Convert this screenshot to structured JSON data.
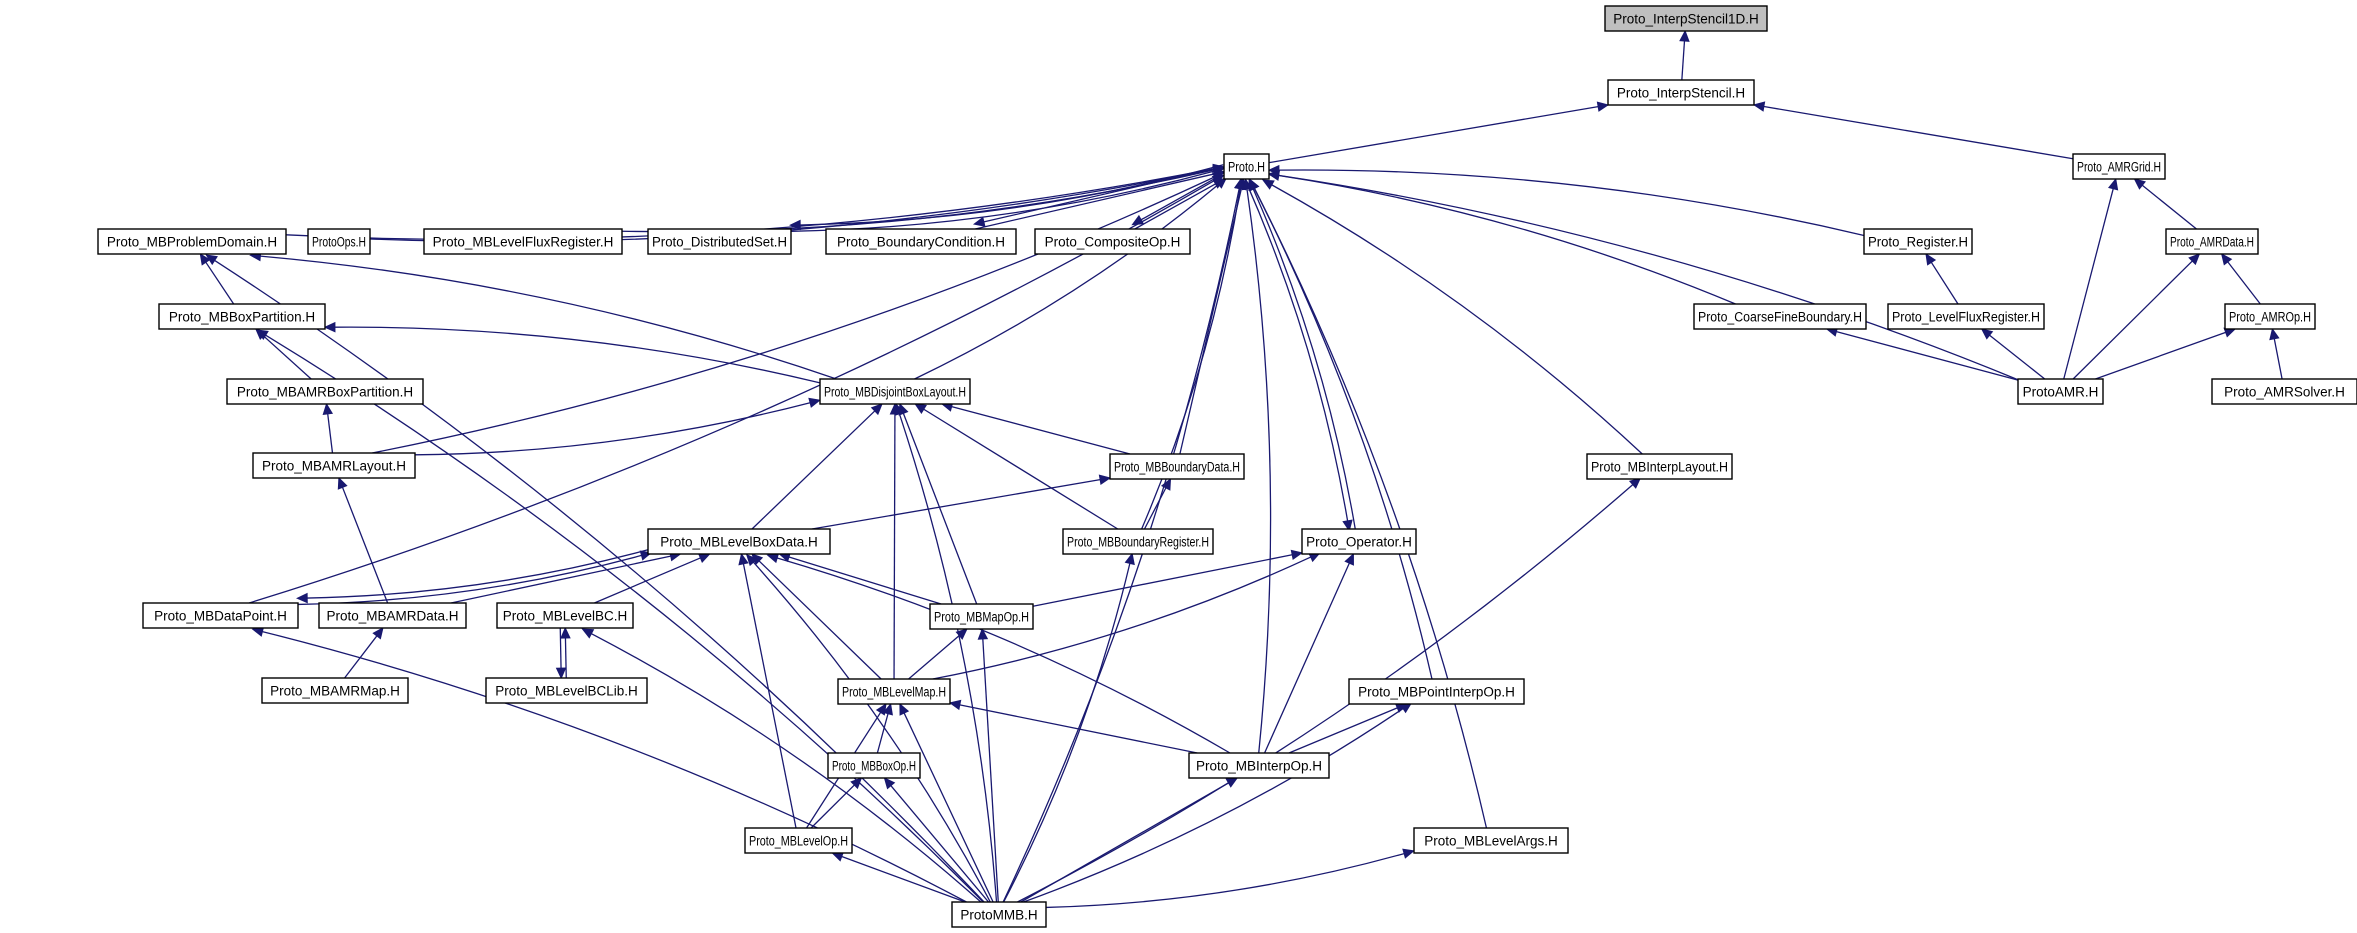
{
  "title": "Proto_InterpStencil1D.H include dependency graph (included-by)",
  "colors": {
    "edge": "#191970",
    "root_fill": "#bfbfbf",
    "node_fill": "#ffffff",
    "node_border": "#000000"
  },
  "root": "Proto_InterpStencil1D.H",
  "nodes": [
    {
      "id": "interpstencil1d",
      "label": "Proto_InterpStencil1D.H",
      "root": true
    },
    {
      "id": "interpstencil",
      "label": "Proto_InterpStencil.H"
    },
    {
      "id": "proto",
      "label": "Proto.H"
    },
    {
      "id": "amrgrid",
      "label": "Proto_AMRGrid.H"
    },
    {
      "id": "mbproblemdomain",
      "label": "Proto_MBProblemDomain.H"
    },
    {
      "id": "protoops",
      "label": "ProtoOps.H"
    },
    {
      "id": "mblevelfluxregister",
      "label": "Proto_MBLevelFluxRegister.H"
    },
    {
      "id": "distributedset",
      "label": "Proto_DistributedSet.H"
    },
    {
      "id": "boundarycondition",
      "label": "Proto_BoundaryCondition.H"
    },
    {
      "id": "compositeop",
      "label": "Proto_CompositeOp.H"
    },
    {
      "id": "register",
      "label": "Proto_Register.H"
    },
    {
      "id": "amrdata",
      "label": "Proto_AMRData.H"
    },
    {
      "id": "mbboxpartition",
      "label": "Proto_MBBoxPartition.H"
    },
    {
      "id": "coarsefineboundary",
      "label": "Proto_CoarseFineBoundary.H"
    },
    {
      "id": "levelfluxregister",
      "label": "Proto_LevelFluxRegister.H"
    },
    {
      "id": "amrop",
      "label": "Proto_AMROp.H"
    },
    {
      "id": "mbamrboxpartition",
      "label": "Proto_MBAMRBoxPartition.H"
    },
    {
      "id": "mbdisjointboxlayout",
      "label": "Proto_MBDisjointBoxLayout.H"
    },
    {
      "id": "protoamr",
      "label": "ProtoAMR.H"
    },
    {
      "id": "amrsolver",
      "label": "Proto_AMRSolver.H"
    },
    {
      "id": "mbamrlayout",
      "label": "Proto_MBAMRLayout.H"
    },
    {
      "id": "mbboundarydata",
      "label": "Proto_MBBoundaryData.H"
    },
    {
      "id": "mbinterplayout",
      "label": "Proto_MBInterpLayout.H"
    },
    {
      "id": "mblevelboxdata",
      "label": "Proto_MBLevelBoxData.H"
    },
    {
      "id": "mbboundaryregister",
      "label": "Proto_MBBoundaryRegister.H"
    },
    {
      "id": "operator",
      "label": "Proto_Operator.H"
    },
    {
      "id": "mbdatapoint",
      "label": "Proto_MBDataPoint.H"
    },
    {
      "id": "mbamrdata",
      "label": "Proto_MBAMRData.H"
    },
    {
      "id": "mblevelbc",
      "label": "Proto_MBLevelBC.H"
    },
    {
      "id": "mbmapop",
      "label": "Proto_MBMapOp.H"
    },
    {
      "id": "mbamrmap",
      "label": "Proto_MBAMRMap.H"
    },
    {
      "id": "mblevelbclib",
      "label": "Proto_MBLevelBCLib.H"
    },
    {
      "id": "mblevelmap",
      "label": "Proto_MBLevelMap.H"
    },
    {
      "id": "mbpointinterpop",
      "label": "Proto_MBPointInterpOp.H"
    },
    {
      "id": "mbboxop",
      "label": "Proto_MBBoxOp.H"
    },
    {
      "id": "mbinterpop",
      "label": "Proto_MBInterpOp.H"
    },
    {
      "id": "mblevelop",
      "label": "Proto_MBLevelOp.H"
    },
    {
      "id": "mblevelargs",
      "label": "Proto_MBLevelArgs.H"
    },
    {
      "id": "protommb",
      "label": "ProtoMMB.H"
    }
  ],
  "edges": [
    {
      "from": "interpstencil",
      "to": "interpstencil1d"
    },
    {
      "from": "proto",
      "to": "interpstencil"
    },
    {
      "from": "amrgrid",
      "to": "interpstencil"
    },
    {
      "from": "mbproblemdomain",
      "to": "proto"
    },
    {
      "from": "protoops",
      "to": "proto"
    },
    {
      "from": "mblevelfluxregister",
      "to": "proto"
    },
    {
      "from": "distributedset",
      "to": "proto"
    },
    {
      "from": "proto",
      "to": "distributedset"
    },
    {
      "from": "boundarycondition",
      "to": "proto"
    },
    {
      "from": "proto",
      "to": "boundarycondition"
    },
    {
      "from": "compositeop",
      "to": "proto"
    },
    {
      "from": "proto",
      "to": "compositeop"
    },
    {
      "from": "register",
      "to": "proto"
    },
    {
      "from": "coarsefineboundary",
      "to": "proto"
    },
    {
      "from": "protoamr",
      "to": "proto"
    },
    {
      "from": "mbdisjointboxlayout",
      "to": "proto"
    },
    {
      "from": "mbboundarydata",
      "to": "proto"
    },
    {
      "from": "mbboundaryregister",
      "to": "proto"
    },
    {
      "from": "operator",
      "to": "proto"
    },
    {
      "from": "proto",
      "to": "operator"
    },
    {
      "from": "mbinterpop",
      "to": "proto"
    },
    {
      "from": "mbpointinterpop",
      "to": "proto"
    },
    {
      "from": "mbinterplayout",
      "to": "proto"
    },
    {
      "from": "mblevelargs",
      "to": "proto"
    },
    {
      "from": "mbamrlayout",
      "to": "proto"
    },
    {
      "from": "mbdatapoint",
      "to": "proto"
    },
    {
      "from": "protommb",
      "to": "proto"
    },
    {
      "from": "amrdata",
      "to": "amrgrid"
    },
    {
      "from": "protoamr",
      "to": "amrgrid"
    },
    {
      "from": "amrop",
      "to": "amrdata"
    },
    {
      "from": "protoamr",
      "to": "amrdata"
    },
    {
      "from": "levelfluxregister",
      "to": "register"
    },
    {
      "from": "protoamr",
      "to": "levelfluxregister"
    },
    {
      "from": "protoamr",
      "to": "coarsefineboundary"
    },
    {
      "from": "protoamr",
      "to": "amrop"
    },
    {
      "from": "amrsolver",
      "to": "amrop"
    },
    {
      "from": "mbboxpartition",
      "to": "mbproblemdomain"
    },
    {
      "from": "mbdisjointboxlayout",
      "to": "mbproblemdomain"
    },
    {
      "from": "protommb",
      "to": "mbproblemdomain"
    },
    {
      "from": "mbamrboxpartition",
      "to": "mbboxpartition"
    },
    {
      "from": "mbdisjointboxlayout",
      "to": "mbboxpartition"
    },
    {
      "from": "protommb",
      "to": "mbboxpartition"
    },
    {
      "from": "mbamrlayout",
      "to": "mbamrboxpartition"
    },
    {
      "from": "mbamrlayout",
      "to": "mbdisjointboxlayout"
    },
    {
      "from": "mblevelboxdata",
      "to": "mbdisjointboxlayout"
    },
    {
      "from": "mbboundarydata",
      "to": "mbdisjointboxlayout"
    },
    {
      "from": "mbboundaryregister",
      "to": "mbdisjointboxlayout"
    },
    {
      "from": "mblevelmap",
      "to": "mbdisjointboxlayout"
    },
    {
      "from": "mbmapop",
      "to": "mbdisjointboxlayout"
    },
    {
      "from": "protommb",
      "to": "mbdisjointboxlayout"
    },
    {
      "from": "mblevelboxdata",
      "to": "mbboundarydata"
    },
    {
      "from": "mbboundaryregister",
      "to": "mbboundarydata"
    },
    {
      "from": "protommb",
      "to": "mbboundaryregister"
    },
    {
      "from": "mbamrdata",
      "to": "mbamrlayout"
    },
    {
      "from": "mbdatapoint",
      "to": "mblevelboxdata"
    },
    {
      "from": "mblevelboxdata",
      "to": "mbdatapoint"
    },
    {
      "from": "mbamrdata",
      "to": "mblevelboxdata"
    },
    {
      "from": "mblevelbc",
      "to": "mblevelboxdata"
    },
    {
      "from": "mbmapop",
      "to": "mblevelboxdata"
    },
    {
      "from": "mblevelmap",
      "to": "mblevelboxdata"
    },
    {
      "from": "mbinterpop",
      "to": "mblevelboxdata"
    },
    {
      "from": "mblevelop",
      "to": "mblevelboxdata"
    },
    {
      "from": "protommb",
      "to": "mblevelboxdata"
    },
    {
      "from": "mbmapop",
      "to": "operator"
    },
    {
      "from": "mblevelmap",
      "to": "operator"
    },
    {
      "from": "mbinterpop",
      "to": "operator"
    },
    {
      "from": "protommb",
      "to": "mbdatapoint"
    },
    {
      "from": "mbamrmap",
      "to": "mbamrdata"
    },
    {
      "from": "mblevelbclib",
      "to": "mblevelbc"
    },
    {
      "from": "mblevelbc",
      "to": "mblevelbclib"
    },
    {
      "from": "protommb",
      "to": "mblevelbc"
    },
    {
      "from": "mblevelmap",
      "to": "mbmapop"
    },
    {
      "from": "protommb",
      "to": "mbmapop"
    },
    {
      "from": "mbboxop",
      "to": "mblevelmap"
    },
    {
      "from": "mblevelop",
      "to": "mblevelmap"
    },
    {
      "from": "mbinterpop",
      "to": "mblevelmap"
    },
    {
      "from": "protommb",
      "to": "mblevelmap"
    },
    {
      "from": "mbinterpop",
      "to": "mbpointinterpop"
    },
    {
      "from": "protommb",
      "to": "mbpointinterpop"
    },
    {
      "from": "mblevelop",
      "to": "mbboxop"
    },
    {
      "from": "protommb",
      "to": "mbboxop"
    },
    {
      "from": "protommb",
      "to": "mbinterpop"
    },
    {
      "from": "protommb",
      "to": "mblevelop"
    },
    {
      "from": "protommb",
      "to": "mblevelargs"
    },
    {
      "from": "protommb",
      "to": "mbinterplayout"
    }
  ]
}
